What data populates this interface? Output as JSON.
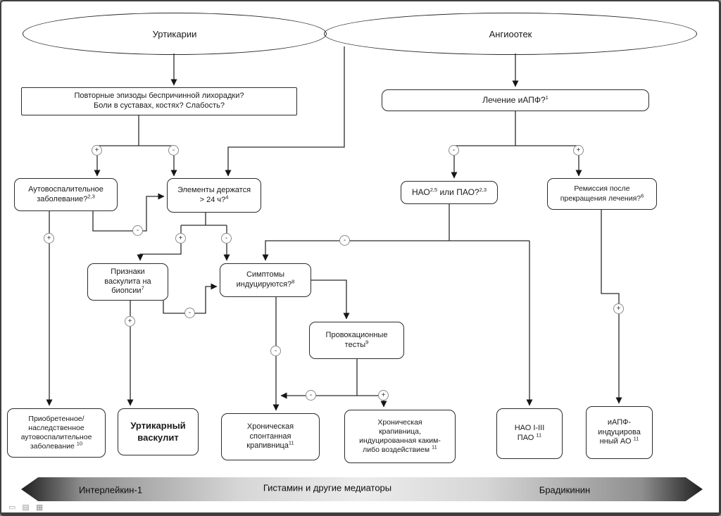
{
  "ellipses": {
    "urticaria": {
      "label": "Уртикарии"
    },
    "angioedema": {
      "label": "Ангиоотек"
    }
  },
  "nodes": {
    "fever": {
      "text": "Повторные эпизоды беспричинной лихорадки?\nБоли в суставах, костях? Слабость?"
    },
    "acei": {
      "text": "Лечение иАПФ?",
      "sup": "1"
    },
    "autoinflam_q": {
      "text": "Аутовоспалительное\nзаболевание?",
      "sup": "2,3"
    },
    "wheals": {
      "text": "Элементы держатся\n> 24 ч?",
      "sup": "4"
    },
    "hae_q": {
      "p1": "НАО",
      "s1": "2,5",
      "p2": " или ПАО?",
      "s2": "2,3"
    },
    "remission": {
      "text": "Ремиссия после\nпрекращения лечения?",
      "sup": "6"
    },
    "biopsy": {
      "text": "Признаки\nваскулита на\nбиопсии",
      "sup": "7"
    },
    "induced": {
      "text": "Симптомы\nиндуцируются?",
      "sup": "8"
    },
    "provocation": {
      "text": "Провокационные\nтесты",
      "sup": "9"
    },
    "autoinflam_dx": {
      "text": "Приобретенное/\nнаследственное\nаутовоспалительное\nзаболевание ",
      "sup": "10"
    },
    "uv_dx": {
      "text": "Уртикарный\nваскулит"
    },
    "csu_dx": {
      "text": "Хроническая\nспонтанная\nкрапивница",
      "sup": "11"
    },
    "cindu_dx": {
      "text": "Хроническая\nкрапивница,\nиндуцированная каким-\nлибо воздействием ",
      "sup": "11"
    },
    "hae_dx": {
      "text": "НАО I-III\nПАО ",
      "sup": "11"
    },
    "acei_dx": {
      "text": "иАПФ-\nиндуцирова\nнный АО ",
      "sup": "11"
    }
  },
  "signs": {
    "plus": "+",
    "minus": "-"
  },
  "mediators": {
    "il1": "Интерлейкин-1",
    "histamine": "Гистамин и другие медиаторы",
    "bradykinin": "Брадикинин"
  },
  "statusbar": {
    "icons": [
      "▭",
      "▤",
      "▦"
    ]
  }
}
